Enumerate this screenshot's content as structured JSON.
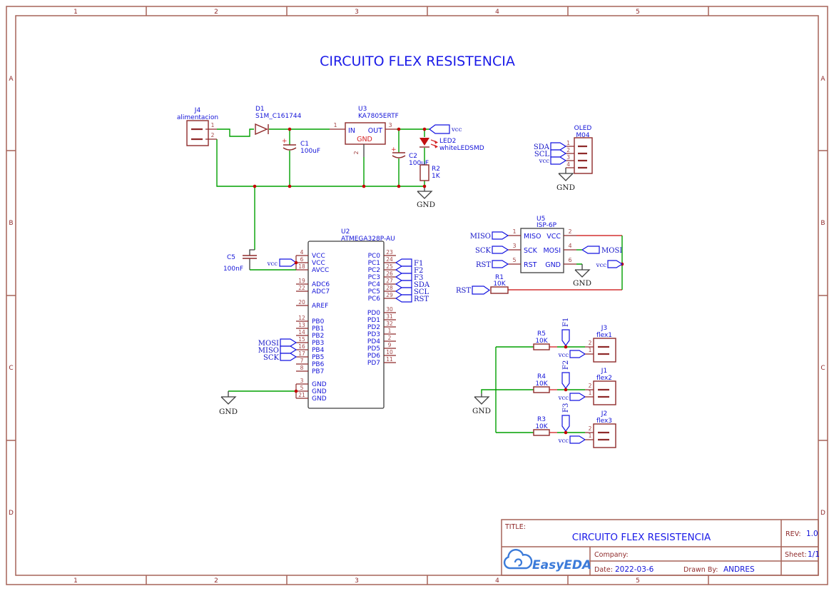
{
  "colors": {
    "wire_green": "#00A000",
    "net_red": "#D42222",
    "component_maroon": "#8F2A2A",
    "label_blue": "#1414D8",
    "title_blue": "#1A1AE8",
    "frame_maroon": "#A56358",
    "logo_blue": "#3C7BD9",
    "junction_red": "#C40000"
  },
  "frame": {
    "cols": [
      "1",
      "2",
      "3",
      "4",
      "5"
    ],
    "rows": [
      "A",
      "B",
      "C",
      "D"
    ]
  },
  "sheet_title": "CIRCUITO FLEX RESISTENCIA",
  "power": {
    "j4": {
      "ref": "J4",
      "val": "alimentacion",
      "p1": "1",
      "p2": "2"
    },
    "d1": {
      "ref": "D1",
      "val": "S1M_C161744"
    },
    "c1": {
      "ref": "C1",
      "val": "100uF"
    },
    "u3": {
      "ref": "U3",
      "val": "KA7805ERTF",
      "pin_in": "IN",
      "pin_out": "OUT",
      "pin_gnd": "GND",
      "n_in": "1",
      "n_out": "3",
      "n_gnd": "2"
    },
    "c2": {
      "ref": "C2",
      "val": "100uF"
    },
    "led": {
      "ref": "LED2",
      "val": "whiteLEDSMD"
    },
    "r2": {
      "ref": "R2",
      "val": "1K"
    },
    "vcc": "vcc",
    "gnd": "GND"
  },
  "oled": {
    "ref": "OLED",
    "val": "M04",
    "pins": [
      "1",
      "2",
      "3",
      "4"
    ],
    "sda": "SDA",
    "scl": "SCL",
    "vcc": "vcc",
    "gnd": "GND"
  },
  "u2": {
    "ref": "U2",
    "val": "ATMEGA328P-AU",
    "lp": [
      {
        "n": "4",
        "p": "VCC"
      },
      {
        "n": "6",
        "p": "VCC"
      },
      {
        "n": "18",
        "p": "AVCC"
      },
      {
        "n": "19",
        "p": "ADC6"
      },
      {
        "n": "22",
        "p": "ADC7"
      },
      {
        "n": "20",
        "p": "AREF"
      },
      {
        "n": "12",
        "p": "PB0"
      },
      {
        "n": "13",
        "p": "PB1"
      },
      {
        "n": "14",
        "p": "PB2"
      },
      {
        "n": "15",
        "p": "PB3"
      },
      {
        "n": "16",
        "p": "PB4"
      },
      {
        "n": "17",
        "p": "PB5"
      },
      {
        "n": "7",
        "p": "PB6"
      },
      {
        "n": "8",
        "p": "PB7"
      },
      {
        "n": "3",
        "p": "GND"
      },
      {
        "n": "5",
        "p": "GND"
      },
      {
        "n": "21",
        "p": "GND"
      }
    ],
    "rp": [
      {
        "n": "23",
        "p": "PC0"
      },
      {
        "n": "24",
        "p": "PC1"
      },
      {
        "n": "25",
        "p": "PC2"
      },
      {
        "n": "26",
        "p": "PC3"
      },
      {
        "n": "27",
        "p": "PC4"
      },
      {
        "n": "28",
        "p": "PC5"
      },
      {
        "n": "29",
        "p": "PC6"
      },
      {
        "n": "30",
        "p": "PD0"
      },
      {
        "n": "31",
        "p": "PD1"
      },
      {
        "n": "32",
        "p": "PD2"
      },
      {
        "n": "1",
        "p": "PD3"
      },
      {
        "n": "2",
        "p": "PD4"
      },
      {
        "n": "9",
        "p": "PD5"
      },
      {
        "n": "10",
        "p": "PD6"
      },
      {
        "n": "11",
        "p": "PD7"
      }
    ],
    "vcc": "vcc",
    "mosi": "MOSI",
    "miso": "MISO",
    "sck": "SCK",
    "rflags": [
      "F1",
      "F2",
      "F3",
      "SDA",
      "SCL",
      "RST"
    ],
    "gnd": "GND"
  },
  "c5": {
    "ref": "C5",
    "val": "100nF"
  },
  "u5": {
    "ref": "U5",
    "val": "ISP-6P",
    "nums": [
      "1",
      "3",
      "5",
      "2",
      "4",
      "6"
    ],
    "names": [
      "MISO",
      "SCK",
      "RST",
      "VCC",
      "MOSI",
      "GND"
    ],
    "f_miso": "MISO",
    "f_sck": "SCK",
    "f_rst": "RST",
    "f_mosi": "MOSI",
    "f_vcc": "vcc",
    "gnd": "GND"
  },
  "r1": {
    "ref": "R1",
    "val": "10K",
    "flag": "RST"
  },
  "flex": {
    "gnd": "GND",
    "rows": [
      {
        "rref": "R5",
        "rval": "10K",
        "flag": "F1",
        "vcc": "vcc",
        "cref": "J3",
        "cval": "flex1",
        "p1": "1",
        "p2": "2"
      },
      {
        "rref": "R4",
        "rval": "10K",
        "flag": "F2",
        "vcc": "vcc",
        "cref": "J1",
        "cval": "flex2",
        "p1": "1",
        "p2": "2"
      },
      {
        "rref": "R3",
        "rval": "10K",
        "flag": "F3",
        "vcc": "vcc",
        "cref": "J2",
        "cval": "flex3",
        "p1": "1",
        "p2": "2"
      }
    ]
  },
  "tb": {
    "title_label": "TITLE:",
    "title": "CIRCUITO FLEX RESISTENCIA",
    "rev_label": "REV:",
    "rev": "1.0",
    "company_label": "Company:",
    "sheet_label": "Sheet:",
    "sheet": "1/1",
    "date_label": "Date:",
    "date": "2022-03-6",
    "drawn_label": "Drawn By:",
    "drawn": "ANDRES",
    "logo": "EasyEDA"
  }
}
